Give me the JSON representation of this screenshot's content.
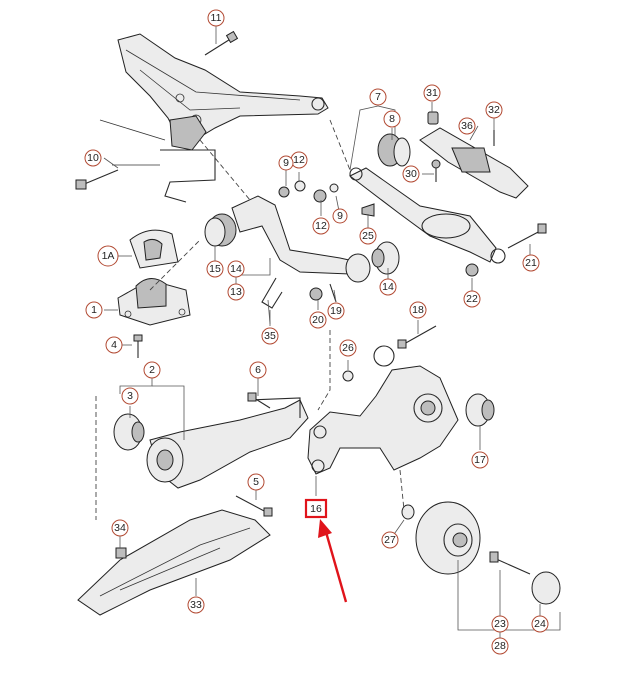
{
  "callouts": {
    "c1": "1",
    "c1a": "1A",
    "c2": "2",
    "c3": "3",
    "c4": "4",
    "c5": "5",
    "c6": "6",
    "c7": "7",
    "c8": "8",
    "c9a": "9",
    "c9b": "9",
    "c10": "10",
    "c11": "11",
    "c12a": "12",
    "c12b": "12",
    "c13": "13",
    "c14a": "14",
    "c14b": "14",
    "c15": "15",
    "c16": "16",
    "c17": "17",
    "c18": "18",
    "c19": "19",
    "c20": "20",
    "c21": "21",
    "c22": "22",
    "c23": "23",
    "c24": "24",
    "c25": "25",
    "c26": "26",
    "c27": "27",
    "c28": "28",
    "c30": "30",
    "c31": "31",
    "c32": "32",
    "c33": "33",
    "c34": "34",
    "c35": "35",
    "c36": "36"
  },
  "highlight": {
    "color": "#e0141b",
    "part": "16"
  },
  "colors": {
    "callout_ring": "#b24a33",
    "line": "#2a2a2a"
  }
}
